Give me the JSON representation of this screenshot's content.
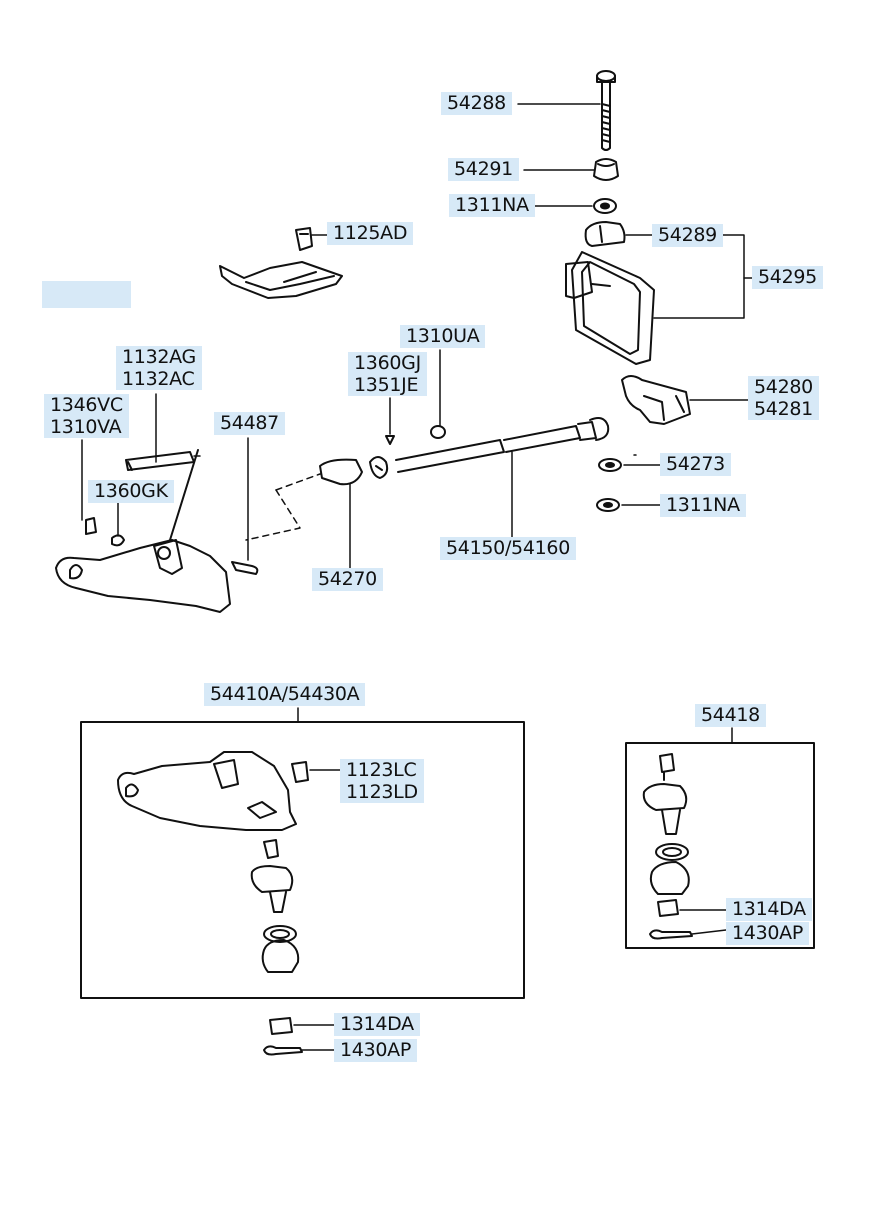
{
  "colors": {
    "label_bg": "#d7e9f7",
    "line": "#111111"
  },
  "callouts": {
    "c54288": "54288",
    "c54291": "54291",
    "c1311na_top": "1311NA",
    "c1125ad": "1125AD",
    "c54289": "54289",
    "c54295": "54295",
    "c1310ua": "1310UA",
    "c1360gj": "1360GJ",
    "c1351je": "1351JE",
    "c1132ag": "1132AG",
    "c1132ac": "1132AC",
    "c1346vc": "1346VC",
    "c1310va": "1310VA",
    "c54487": "54487",
    "c54280": "54280",
    "c54281": "54281",
    "c54273": "54273",
    "c1311na_low": "1311NA",
    "c1360gk": "1360GK",
    "c54150": "54150/54160",
    "c54270": "54270",
    "c54410a": "54410A/54430A",
    "c1123lc": "1123LC",
    "c1123ld": "1123LD",
    "c54418": "54418",
    "c1314da_right": "1314DA",
    "c1430ap_right": "1430AP",
    "c1314da_bottom": "1314DA",
    "c1430ap_bottom": "1430AP"
  }
}
